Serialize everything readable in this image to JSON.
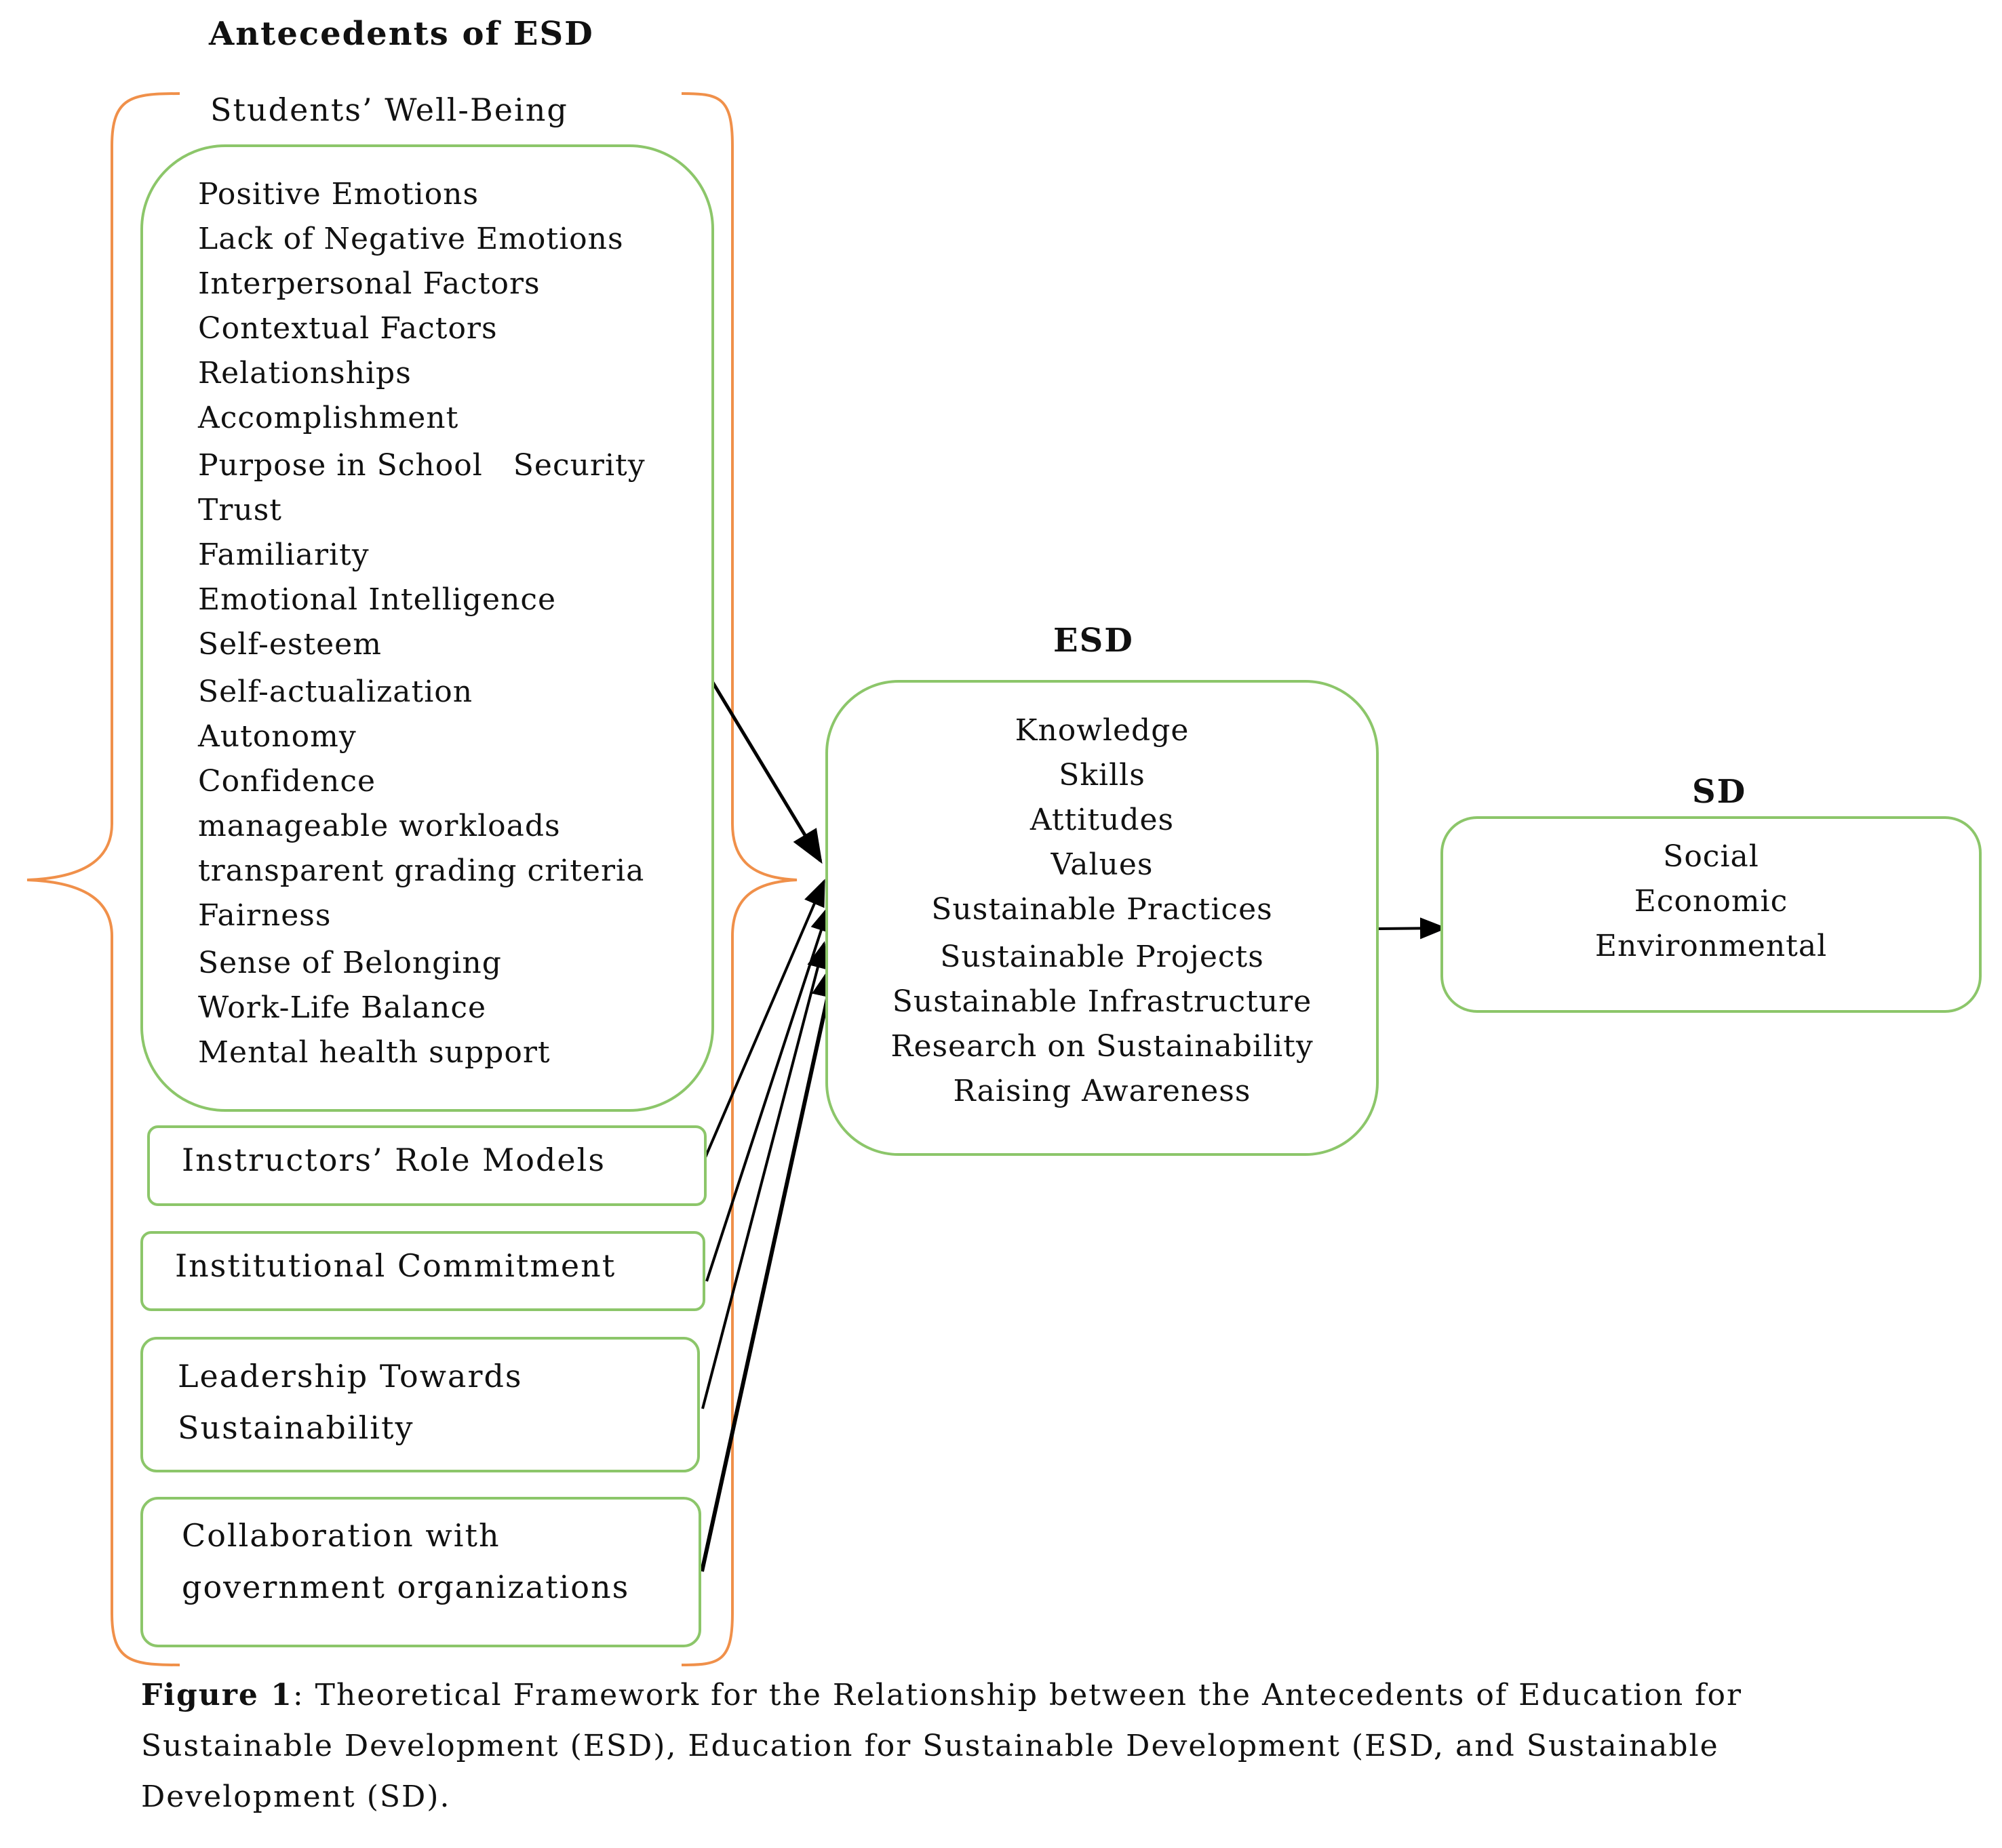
{
  "antecedents": {
    "heading": "Antecedents of ESD",
    "wellbeing": {
      "title": "Students’ Well-Being",
      "items": [
        "Positive Emotions",
        "Lack of Negative Emotions",
        "Interpersonal Factors",
        "Contextual Factors",
        "Relationships",
        "Accomplishment",
        "Purpose in School   Security",
        "Trust",
        "Familiarity",
        "Emotional Intelligence",
        "Self-esteem",
        "Self-actualization",
        "Autonomy",
        "Confidence",
        "manageable workloads",
        "transparent grading criteria",
        "Fairness",
        "Sense of Belonging",
        "Work-Life Balance",
        "Mental health support"
      ]
    },
    "role_models": "Instructors’ Role Models",
    "commitment": "Institutional Commitment",
    "leadership": [
      "Leadership Towards",
      "Sustainability"
    ],
    "collaboration": [
      "Collaboration with",
      "government organizations"
    ]
  },
  "esd": {
    "heading": "ESD",
    "items": [
      "Knowledge",
      "Skills",
      "Attitudes",
      "Values",
      "Sustainable Practices",
      "Sustainable Projects",
      "Sustainable Infrastructure",
      "Research on Sustainability",
      "Raising Awareness"
    ]
  },
  "sd": {
    "heading": "SD",
    "items": [
      "Social",
      "Economic",
      "Environmental"
    ]
  },
  "caption": {
    "label": "Figure 1",
    "text": ": Theoretical Framework for the Relationship between the Antecedents of Education for Sustainable Development (ESD), Education for Sustainable Development (ESD, and Sustainable Development (SD)."
  },
  "colors": {
    "box_border": "#8cc66a",
    "bracket": "#f0904a",
    "arrow": "#000000"
  }
}
